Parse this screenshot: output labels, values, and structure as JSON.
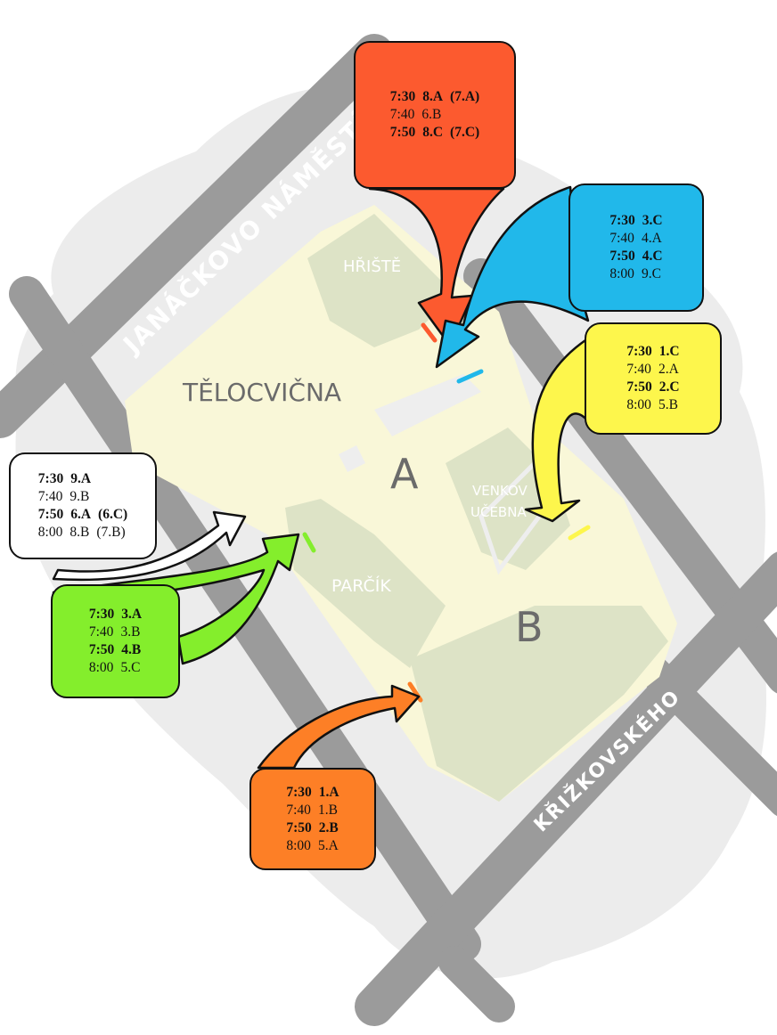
{
  "map": {
    "labels": {
      "street_janackovo": "JANÁČKOVO NÁMĚSTÍ",
      "street_krizkovskeho": "KŘIŽKOVSKÉHO",
      "telocvicna": "TĚLOCVIČNA",
      "hriste": "HŘIŠTĚ",
      "venkovni_ucebna_1": "VENKOV",
      "venkovni_ucebna_2": "UČEBNA",
      "parcik": "PARČÍK",
      "building_a": "A",
      "building_b": "B"
    },
    "colors": {
      "red": "#fc5a2f",
      "blue": "#21b8ea",
      "yellow": "#fdf64c",
      "white": "#ffffff",
      "green": "#84ee2c",
      "orange": "#fd7f26",
      "road": "#9b9b9b",
      "campus": "#f9f7d8",
      "green_area": "#dde3c6"
    }
  },
  "entrances": [
    {
      "id": "red",
      "color": "#fc5a2f",
      "rows": [
        {
          "time": "7:30",
          "group": "8.A",
          "alt": "(7.A)",
          "bold": true
        },
        {
          "time": "7:40",
          "group": "6.B",
          "alt": "",
          "bold": false
        },
        {
          "time": "7:50",
          "group": "8.C",
          "alt": "(7.C)",
          "bold": true
        }
      ]
    },
    {
      "id": "blue",
      "color": "#21b8ea",
      "rows": [
        {
          "time": "7:30",
          "group": "3.C",
          "alt": "",
          "bold": true
        },
        {
          "time": "7:40",
          "group": "4.A",
          "alt": "",
          "bold": false
        },
        {
          "time": "7:50",
          "group": "4.C",
          "alt": "",
          "bold": true
        },
        {
          "time": "8:00",
          "group": "9.C",
          "alt": "",
          "bold": false
        }
      ]
    },
    {
      "id": "yellow",
      "color": "#fdf64c",
      "rows": [
        {
          "time": "7:30",
          "group": "1.C",
          "alt": "",
          "bold": true
        },
        {
          "time": "7:40",
          "group": "2.A",
          "alt": "",
          "bold": false
        },
        {
          "time": "7:50",
          "group": "2.C",
          "alt": "",
          "bold": true
        },
        {
          "time": "8:00",
          "group": "5.B",
          "alt": "",
          "bold": false
        }
      ]
    },
    {
      "id": "white",
      "color": "#ffffff",
      "rows": [
        {
          "time": "7:30",
          "group": "9.A",
          "alt": "",
          "bold": true
        },
        {
          "time": "7:40",
          "group": "9.B",
          "alt": "",
          "bold": false
        },
        {
          "time": "7:50",
          "group": "6.A",
          "alt": "(6.C)",
          "bold": true
        },
        {
          "time": "8:00",
          "group": "8.B",
          "alt": "(7.B)",
          "bold": false
        }
      ]
    },
    {
      "id": "green",
      "color": "#84ee2c",
      "rows": [
        {
          "time": "7:30",
          "group": "3.A",
          "alt": "",
          "bold": true
        },
        {
          "time": "7:40",
          "group": "3.B",
          "alt": "",
          "bold": false
        },
        {
          "time": "7:50",
          "group": "4.B",
          "alt": "",
          "bold": true
        },
        {
          "time": "8:00",
          "group": "5.C",
          "alt": "",
          "bold": false
        }
      ]
    },
    {
      "id": "orange",
      "color": "#fd7f26",
      "rows": [
        {
          "time": "7:30",
          "group": "1.A",
          "alt": "",
          "bold": true
        },
        {
          "time": "7:40",
          "group": "1.B",
          "alt": "",
          "bold": false
        },
        {
          "time": "7:50",
          "group": "2.B",
          "alt": "",
          "bold": true
        },
        {
          "time": "8:00",
          "group": "5.A",
          "alt": "",
          "bold": false
        }
      ]
    }
  ]
}
